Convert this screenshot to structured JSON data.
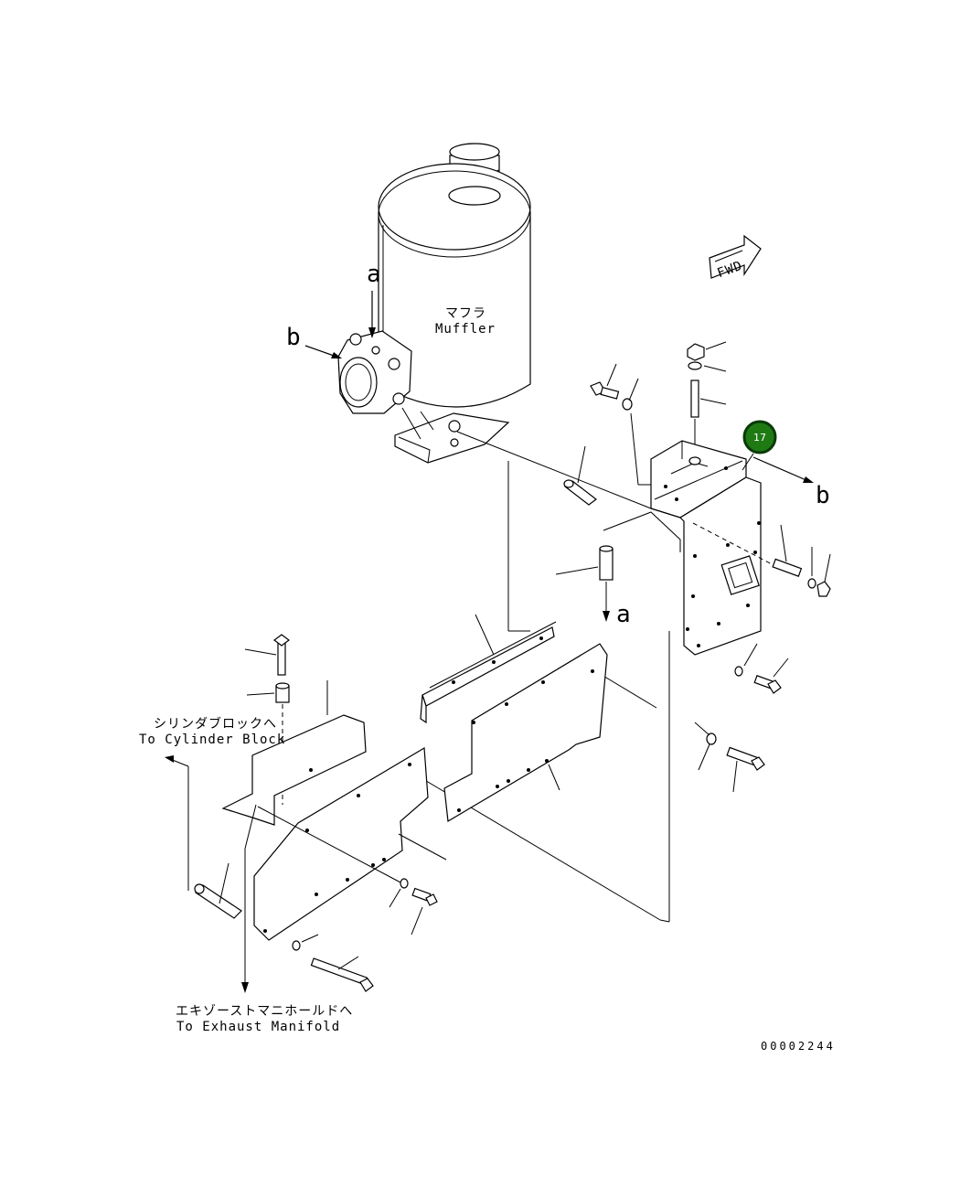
{
  "labels": {
    "muffler_jp": "マフラ",
    "muffler_en": "Muffler",
    "a_top": "a",
    "b_left": "b",
    "a_bottom": "a",
    "b_right": "b",
    "fwd": "FWD",
    "cylinder_jp": "シリンダブロックへ",
    "cylinder_en": "To Cylinder Block",
    "exhaust_jp": "エキゾーストマニホールドへ",
    "exhaust_en": "To Exhaust Manifold",
    "drawing_number": "00002244"
  },
  "callouts": [
    {
      "number": "17"
    }
  ],
  "colors": {
    "callout_fill": "#1f7a14",
    "line": "#000000",
    "background": "#ffffff"
  }
}
